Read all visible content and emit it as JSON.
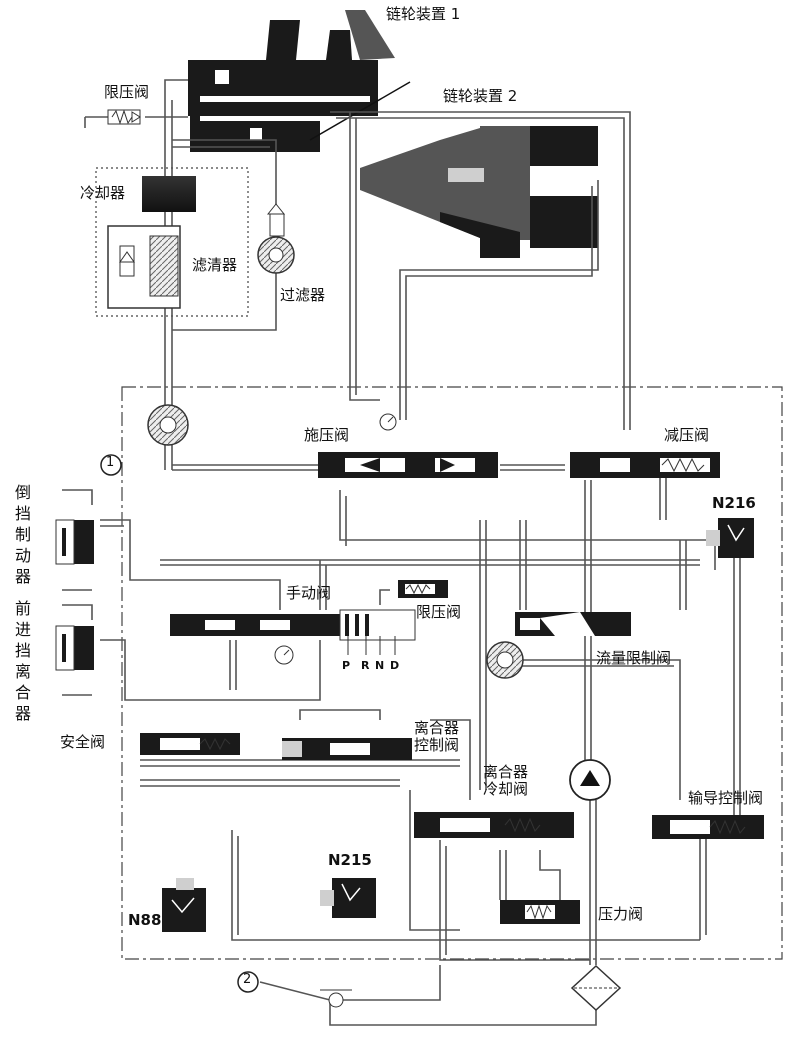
{
  "labels": {
    "pulley_1": "链轮装置 1",
    "pulley_2": "链轮装置 2",
    "limit_valve_top": "限压阀",
    "cooler": "冷却器",
    "strainer": "滤清器",
    "filter": "过滤器",
    "apply_valve": "施压阀",
    "reduce_valve": "减压阀",
    "n216": "N216",
    "reverse_brake": "倒挡制动器",
    "forward_clutch": "前进挡离合器",
    "manual_valve": "手动阀",
    "limit_valve_mid": "限压阀",
    "flow_limit_valve": "流量限制阀",
    "gears": [
      "P",
      "R",
      "N",
      "D"
    ],
    "safety_valve": "安全阀",
    "clutch_control_valve": "离合器\n控制阀",
    "clutch_cooling_valve": "离合器\n冷却阀",
    "pilot_control_valve": "输导控制阀",
    "n215": "N215",
    "n88": "N88",
    "pressure_valve": "压力阀",
    "marker_1": "1",
    "marker_2": "2"
  },
  "colors": {
    "line": "#555555",
    "dark_part": "#1a1a1a",
    "mid_part": "#555555",
    "light_part": "#cfcfcf",
    "boundary": "#444444"
  }
}
